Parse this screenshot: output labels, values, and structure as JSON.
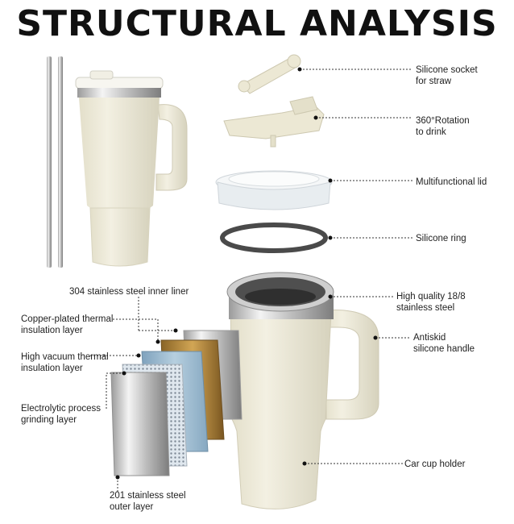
{
  "title": "STRUCTURAL ANALYSIS",
  "colors": {
    "cream": "#efecdc",
    "cream_shadow": "#d9d5c0",
    "steel_light": "#f2f2f2",
    "steel_dark": "#8c8c8c",
    "copper": "#b58a3c",
    "blue_layer": "#9dbad0",
    "ring": "#4a4a4a",
    "leader": "#333333"
  },
  "labels": {
    "silicone_socket": [
      "Silicone socket",
      "for straw"
    ],
    "rotation": [
      "360°Rotation",
      "to drink"
    ],
    "lid": [
      "Multifunctional lid"
    ],
    "ring": [
      "Silicone ring"
    ],
    "steel_18_8": [
      "High quality 18/8",
      "stainless steel"
    ],
    "handle": [
      "Antiskid",
      "silicone handle"
    ],
    "car_holder": [
      "Car cup holder"
    ],
    "liner_304": [
      "304 stainless steel inner liner"
    ],
    "copper_layer": [
      "Copper-plated thermal",
      "insulation layer"
    ],
    "vacuum_layer": [
      "High vacuum thermal",
      "insulation layer"
    ],
    "grinding_layer": [
      "Electrolytic process",
      "grinding layer"
    ],
    "outer_201": [
      "201 stainless steel",
      "outer layer"
    ]
  }
}
